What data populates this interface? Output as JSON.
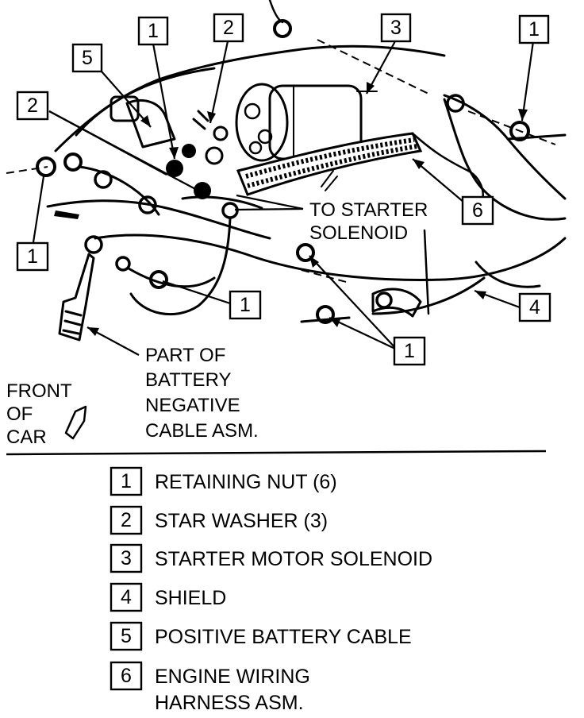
{
  "callouts": {
    "c1_top": "1",
    "c2_top": "2",
    "c3_top": "3",
    "c1_topright": "1",
    "c5": "5",
    "c2_left": "2",
    "c1_left": "1",
    "c6": "6",
    "c1_mid": "1",
    "c4": "4",
    "c1_lower": "1"
  },
  "labels": {
    "to_starter_line1": "TO STARTER",
    "to_starter_line2": "SOLENOID",
    "part_of_line1": "PART OF",
    "part_of_line2": "BATTERY",
    "part_of_line3": "NEGATIVE",
    "part_of_line4": "CABLE ASM.",
    "front_line1": "FRONT",
    "front_line2": "OF",
    "front_line3": "CAR"
  },
  "legend": [
    {
      "num": "1",
      "text": "RETAINING NUT (6)"
    },
    {
      "num": "2",
      "text": "STAR WASHER (3)"
    },
    {
      "num": "3",
      "text": "STARTER MOTOR SOLENOID"
    },
    {
      "num": "4",
      "text": "SHIELD"
    },
    {
      "num": "5",
      "text": "POSITIVE BATTERY CABLE"
    },
    {
      "num": "6",
      "text": "ENGINE WIRING",
      "text2": "HARNESS ASM."
    }
  ]
}
